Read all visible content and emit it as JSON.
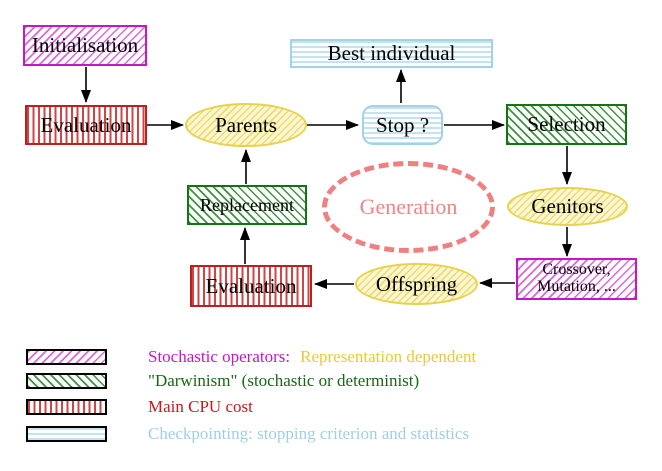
{
  "diagram": {
    "nodes": {
      "initialisation": "Initialisation",
      "evaluation_top": "Evaluation",
      "parents": "Parents",
      "best_individual": "Best individual",
      "stop": "Stop ?",
      "selection": "Selection",
      "replacement": "Replacement",
      "generation": "Generation",
      "genitors": "Genitors",
      "evaluation_bottom": "Evaluation",
      "crossover_line1": "Crossover,",
      "crossover_line2": "Mutation, ..."
    }
  },
  "legend": {
    "stochastic_label": "Stochastic operators:",
    "stochastic_extra": "Representation dependent",
    "darwinism_label": "\"Darwinism\" (stochastic or determinist)",
    "cpu_label": "Main CPU cost",
    "checkpoint_label": "Checkpointing: stopping criterion and statistics"
  },
  "colors": {
    "magenta": "#c617c6",
    "green": "#117511",
    "red": "#bb1f1f",
    "cyan": "#a3d2e6",
    "yellow_border": "#e7d24f",
    "yellow_fill": "#fdf7cd",
    "salmon": "#f08080",
    "legend_yellow_text": "#ecc930",
    "legend_cyan_text": "#9fcfe8",
    "arrow": "#000000",
    "background": "#ffffff"
  }
}
